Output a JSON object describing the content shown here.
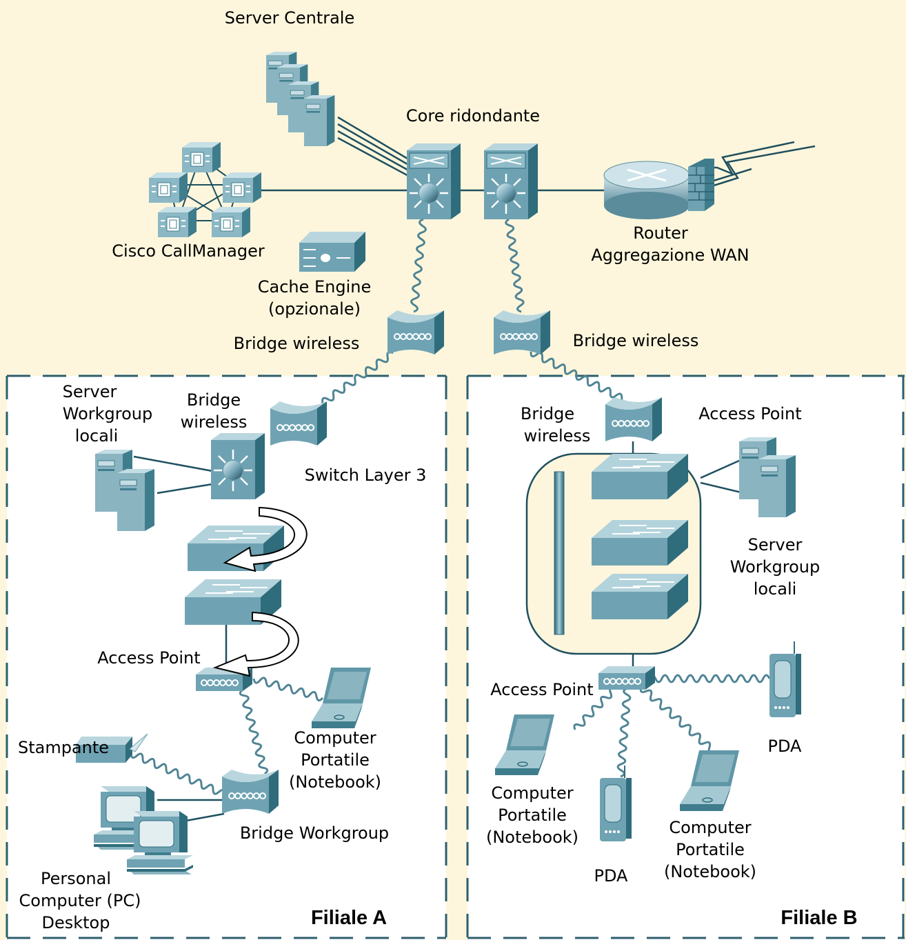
{
  "colors": {
    "background": "#fdf6dc",
    "branch_background": "#ffffff",
    "device": "#5f9aaa",
    "device_dark": "#2f6c7c",
    "device_light": "#a9cdd6",
    "border_dash": "#2c5e6e",
    "link": "#1e4f5f"
  },
  "labels": {
    "server_centrale": "Server Centrale",
    "core_ridondante": "Core ridondante",
    "cisco_callmanager": "Cisco CallManager",
    "cache_engine": [
      "Cache Engine",
      "(opzionale)"
    ],
    "router": [
      "Router",
      "Aggregazione WAN"
    ],
    "bridge_wireless_core_left": "Bridge wireless",
    "bridge_wireless_core_right": "Bridge wireless",
    "filiale_a": {
      "title": "Filiale A",
      "server_workgroup": [
        "Server",
        "Workgroup",
        "locali"
      ],
      "bridge_wireless": [
        "Bridge",
        "wireless"
      ],
      "switch_layer3": "Switch Layer 3",
      "access_point": "Access Point",
      "stampante": "Stampante",
      "notebook": [
        "Computer",
        "Portatile",
        "(Notebook)"
      ],
      "bridge_workgroup": "Bridge Workgroup",
      "pc": [
        "Personal",
        "Computer (PC)",
        "Desktop"
      ]
    },
    "filiale_b": {
      "title": "Filiale B",
      "bridge_wireless": [
        "Bridge",
        "wireless"
      ],
      "access_point_top": "Access Point",
      "server_workgroup": [
        "Server",
        "Workgroup",
        "locali"
      ],
      "access_point": "Access Point",
      "pda_right": "PDA",
      "pda_bottom": "PDA",
      "notebook_left": [
        "Computer",
        "Portatile",
        "(Notebook)"
      ],
      "notebook_right": [
        "Computer",
        "Portatile",
        "(Notebook)"
      ]
    }
  }
}
